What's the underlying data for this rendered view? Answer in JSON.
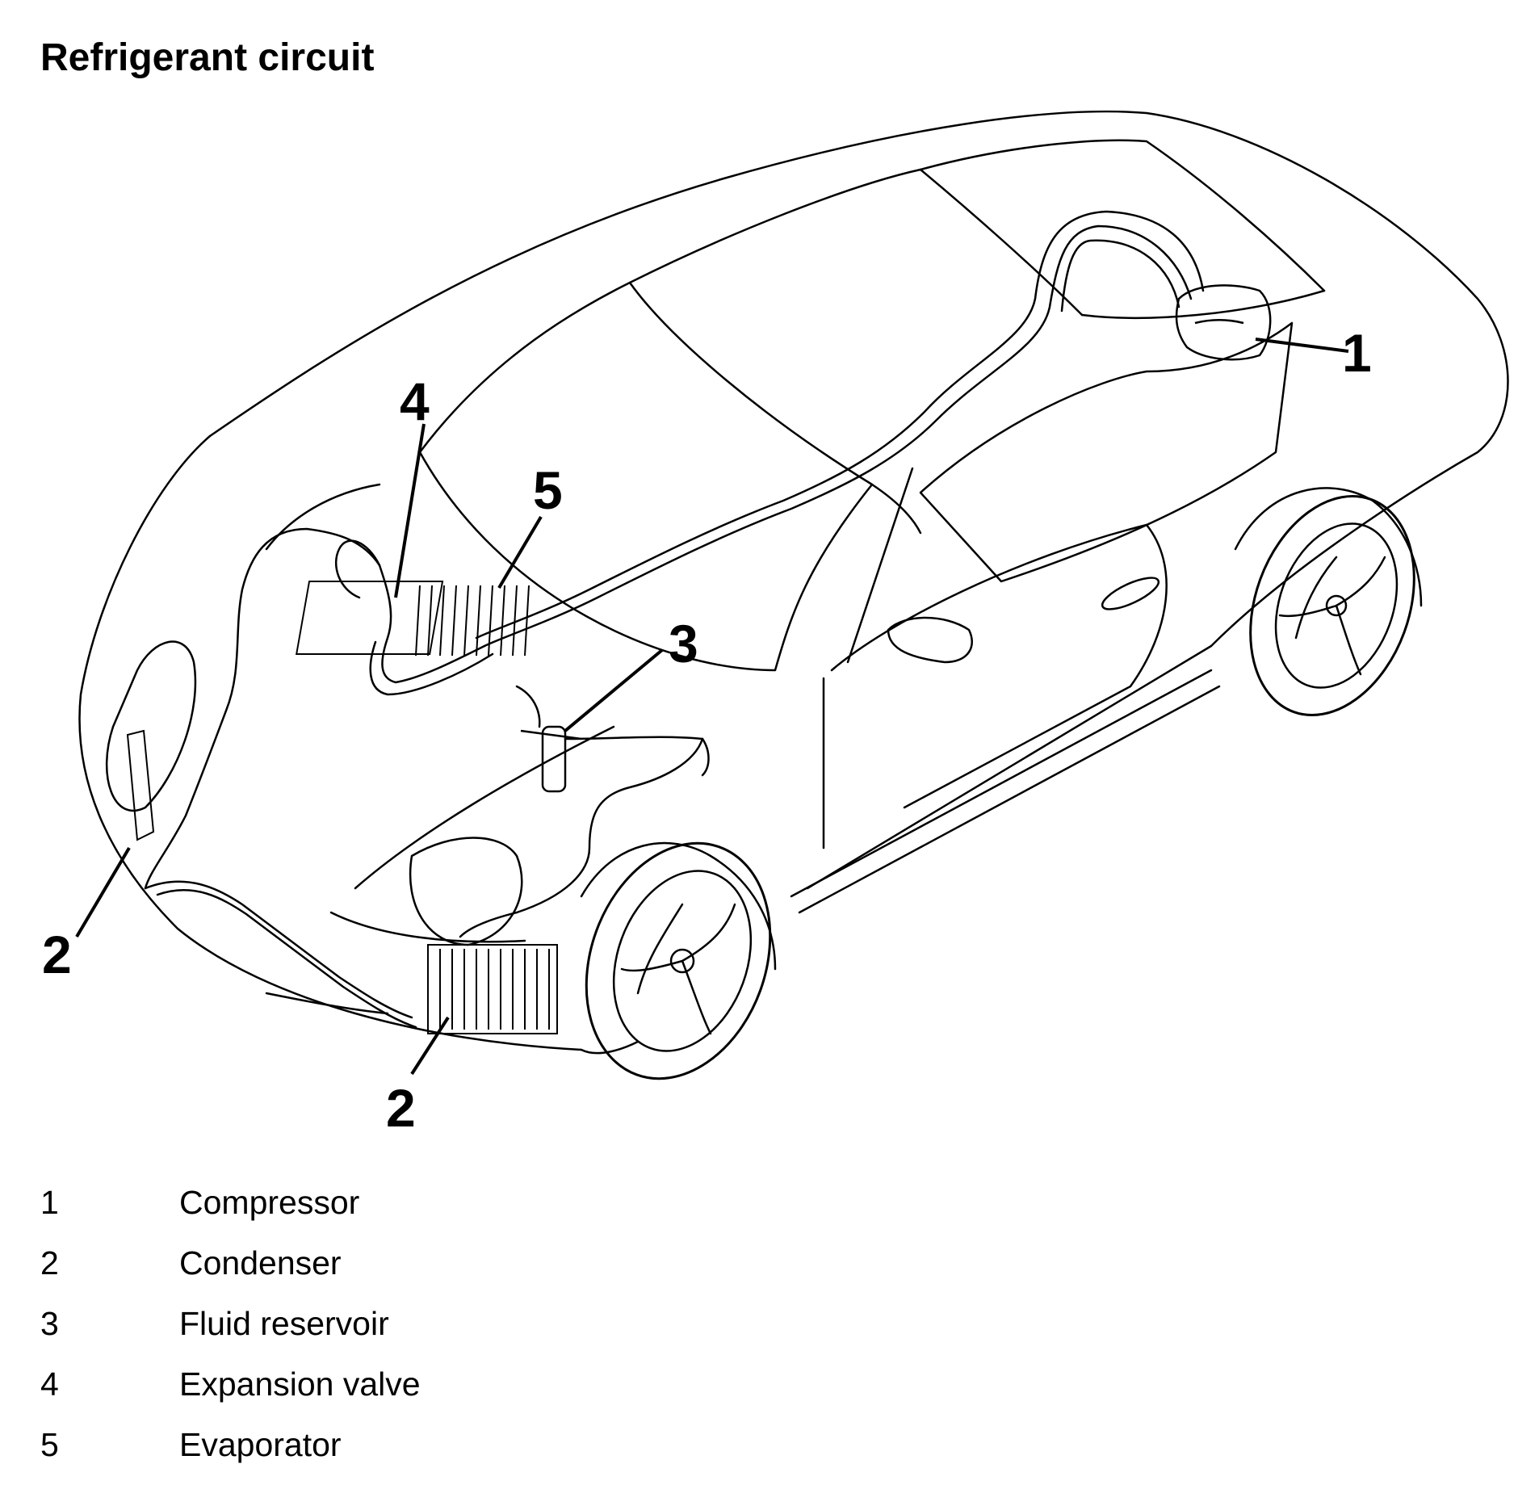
{
  "title": "Refrigerant circuit",
  "callouts": {
    "c1": "1",
    "c2a": "2",
    "c2b": "2",
    "c3": "3",
    "c4": "4",
    "c5": "5"
  },
  "legend": [
    {
      "num": "1",
      "label": "Compressor"
    },
    {
      "num": "2",
      "label": "Condenser"
    },
    {
      "num": "3",
      "label": "Fluid reservoir"
    },
    {
      "num": "4",
      "label": "Expansion valve"
    },
    {
      "num": "5",
      "label": "Evaporator"
    }
  ]
}
